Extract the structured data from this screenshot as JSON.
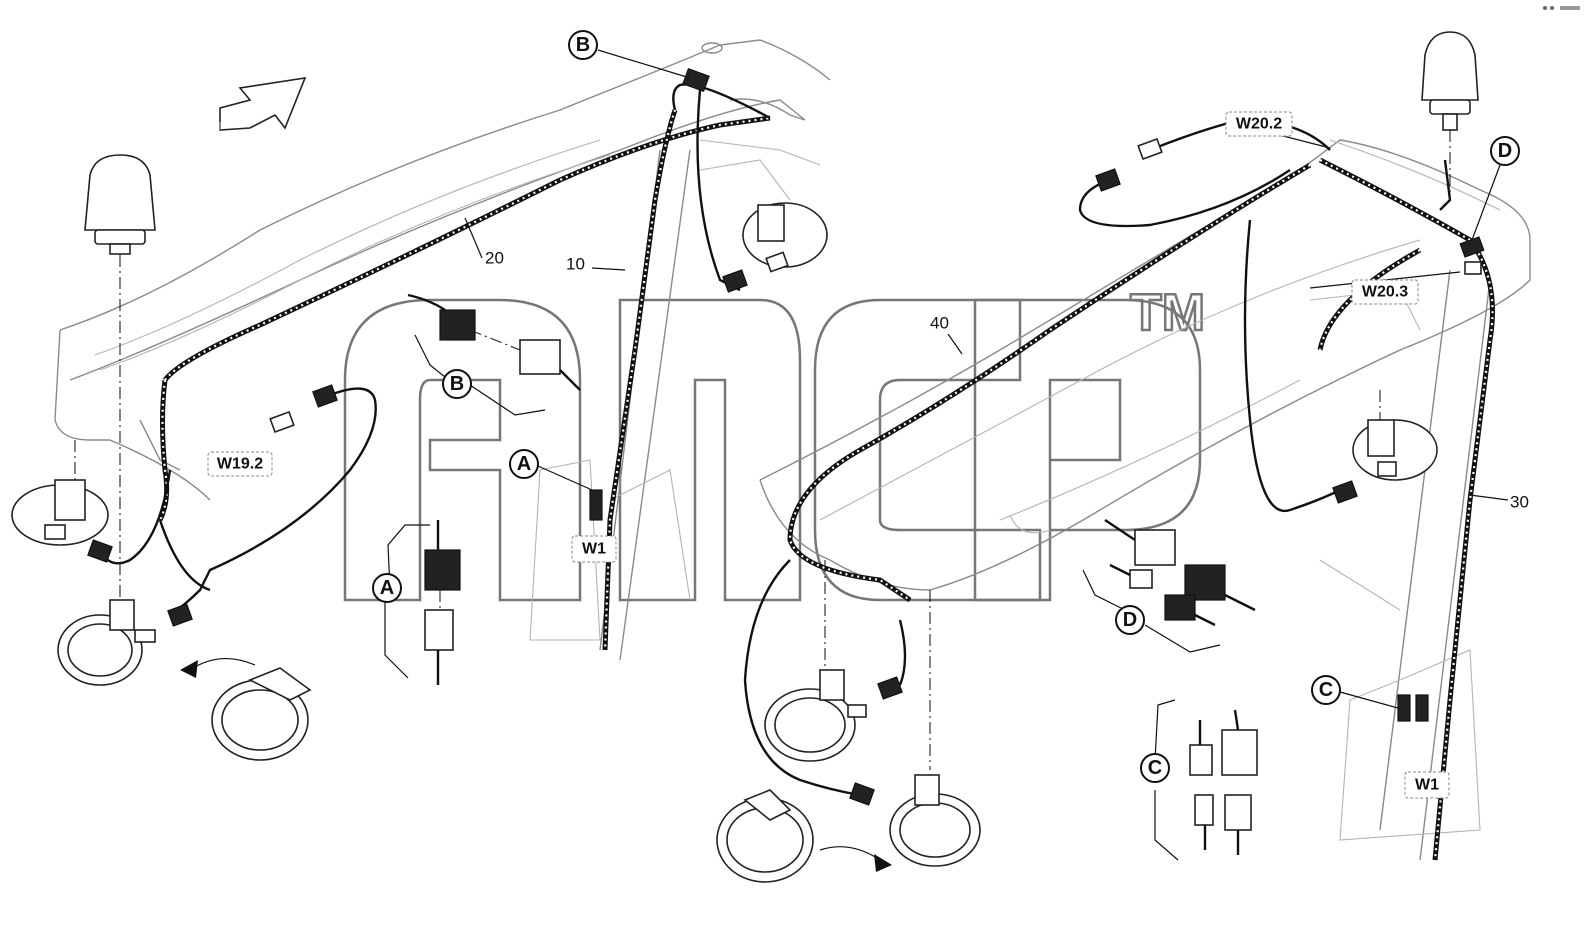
{
  "callouts": {
    "b_top": "B",
    "b_mid": "B",
    "a_mid": "A",
    "a_low": "A",
    "d_top": "D",
    "d_mid": "D",
    "c_right": "C",
    "c_low": "C"
  },
  "tags": {
    "w19_2": "W19.2",
    "w1_left": "W1",
    "w20_2": "W20.2",
    "w20_3": "W20.3",
    "w1_right": "W1"
  },
  "part_numbers": {
    "n20": "20",
    "n10": "10",
    "n40": "40",
    "n30": "30"
  },
  "watermark": {
    "logo": "ancp",
    "trademark": "TM"
  }
}
